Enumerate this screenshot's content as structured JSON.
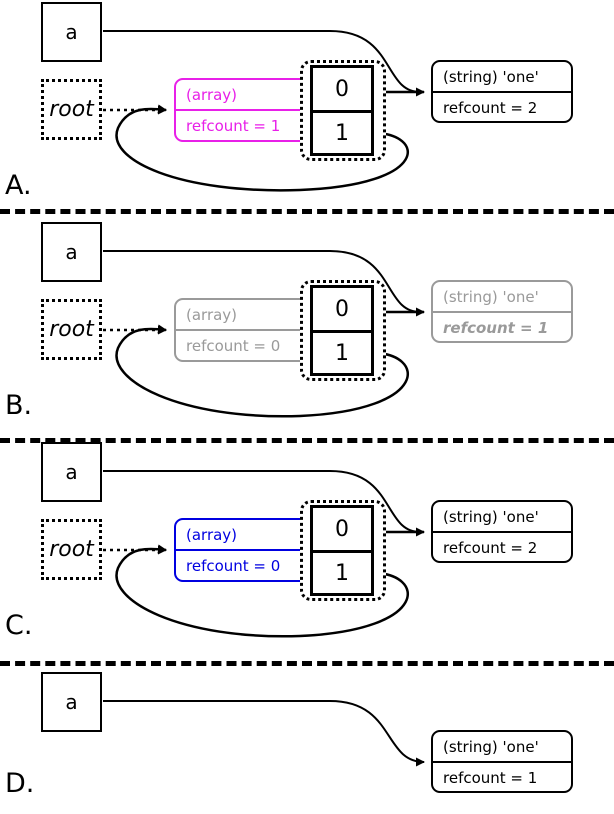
{
  "diagram": {
    "title": "PHP reference counting / garbage collection states",
    "colors": {
      "black": "#000000",
      "magenta": "#e820e8",
      "blue": "#0000e0",
      "grey": "#9a9a9a",
      "background": "#ffffff"
    }
  },
  "panels": [
    {
      "label": "A.",
      "variable": "a",
      "root": "root",
      "array": {
        "type_label": "(array)",
        "refcount_label": "refcount = 1",
        "accent": "#e820e8",
        "cells": [
          "0",
          "1"
        ]
      },
      "string": {
        "type_label": "(string) 'one'",
        "refcount_label": "refcount = 2",
        "accent": "#000000"
      }
    },
    {
      "label": "B.",
      "variable": "a",
      "root": "root",
      "array": {
        "type_label": "(array)",
        "refcount_label": "refcount = 0",
        "accent": "#9a9a9a",
        "cells": [
          "0",
          "1"
        ]
      },
      "string": {
        "type_label": "(string) 'one'",
        "refcount_label": "refcount = 1",
        "accent": "#9a9a9a"
      }
    },
    {
      "label": "C.",
      "variable": "a",
      "root": "root",
      "array": {
        "type_label": "(array)",
        "refcount_label": "refcount = 0",
        "accent": "#0000e0",
        "cells": [
          "0",
          "1"
        ]
      },
      "string": {
        "type_label": "(string) 'one'",
        "refcount_label": "refcount = 2",
        "accent": "#000000"
      }
    },
    {
      "label": "D.",
      "variable": "a",
      "string": {
        "type_label": "(string) 'one'",
        "refcount_label": "refcount = 1",
        "accent": "#000000"
      }
    }
  ]
}
